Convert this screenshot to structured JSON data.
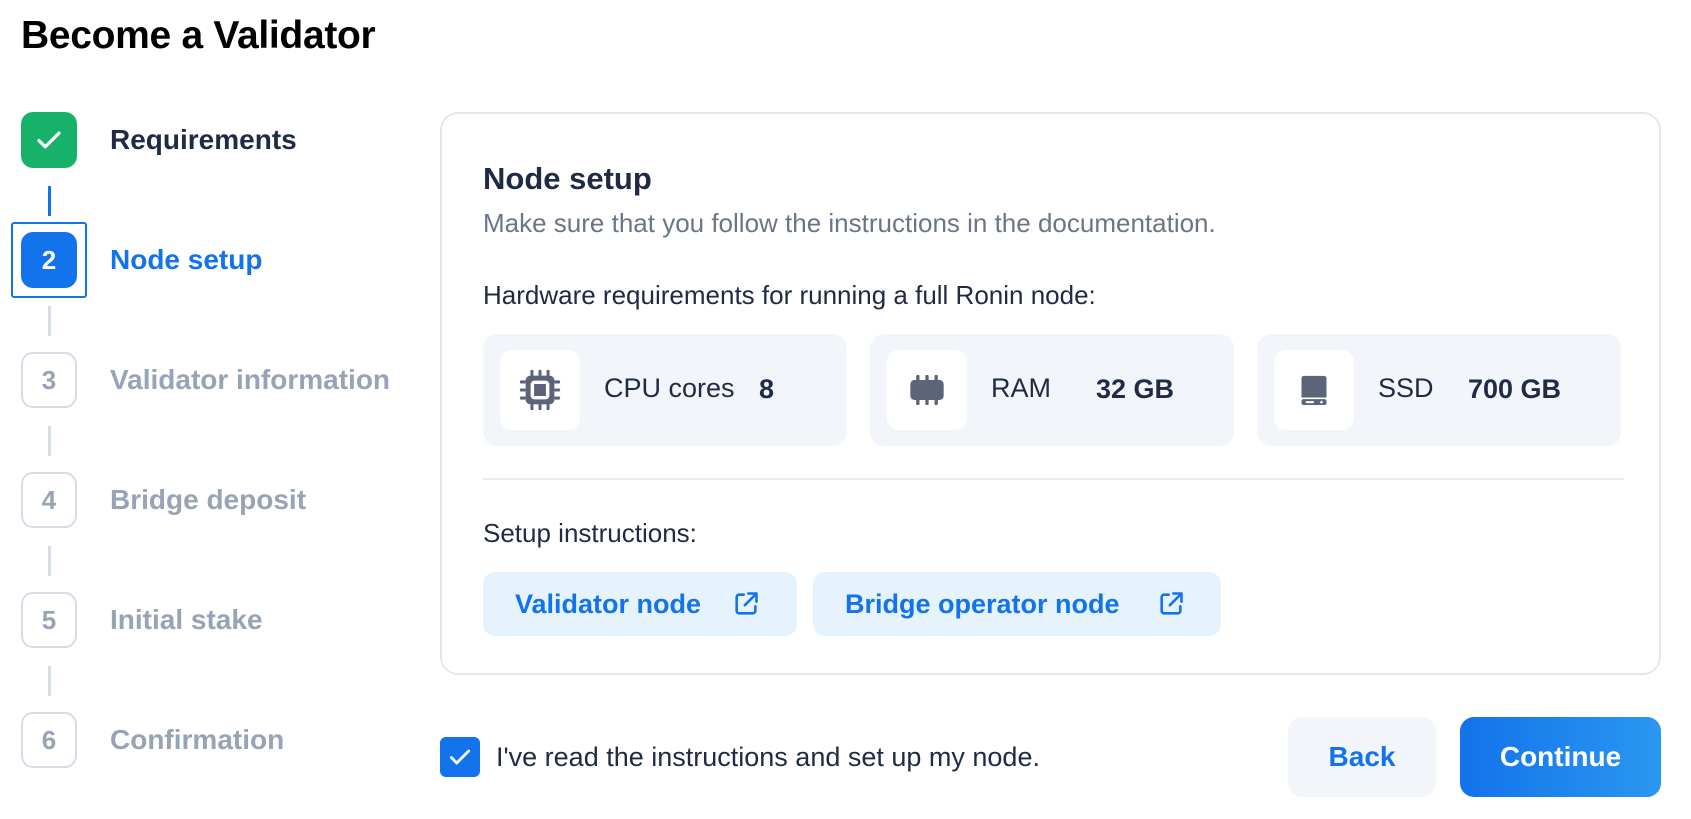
{
  "page": {
    "title": "Become a Validator"
  },
  "steps": [
    {
      "number": "",
      "label": "Requirements",
      "state": "done"
    },
    {
      "number": "2",
      "label": "Node setup",
      "state": "active"
    },
    {
      "number": "3",
      "label": "Validator information",
      "state": "pending"
    },
    {
      "number": "4",
      "label": "Bridge deposit",
      "state": "pending"
    },
    {
      "number": "5",
      "label": "Initial stake",
      "state": "pending"
    },
    {
      "number": "6",
      "label": "Confirmation",
      "state": "pending"
    }
  ],
  "card": {
    "title": "Node setup",
    "subtitle": "Make sure that you follow the instructions in the documentation.",
    "hardware_label": "Hardware requirements for running a full Ronin node:",
    "hardware": [
      {
        "icon": "cpu-icon",
        "name": "CPU cores",
        "value": "8"
      },
      {
        "icon": "ram-icon",
        "name": "RAM",
        "value": "32 GB"
      },
      {
        "icon": "ssd-icon",
        "name": "SSD",
        "value": "700 GB"
      }
    ],
    "setup_label": "Setup instructions:",
    "links": [
      {
        "label": "Validator node",
        "icon": "external-link-icon"
      },
      {
        "label": "Bridge operator node",
        "icon": "external-link-icon"
      }
    ]
  },
  "footer": {
    "checkbox_checked": true,
    "checkbox_label": "I've read the instructions and set up my node.",
    "back_label": "Back",
    "continue_label": "Continue"
  },
  "colors": {
    "primary": "#1273ea",
    "success": "#17b26a",
    "muted": "#97a3b6",
    "tile_bg": "#f2f5fa",
    "link_bg": "#e6f3fd"
  }
}
